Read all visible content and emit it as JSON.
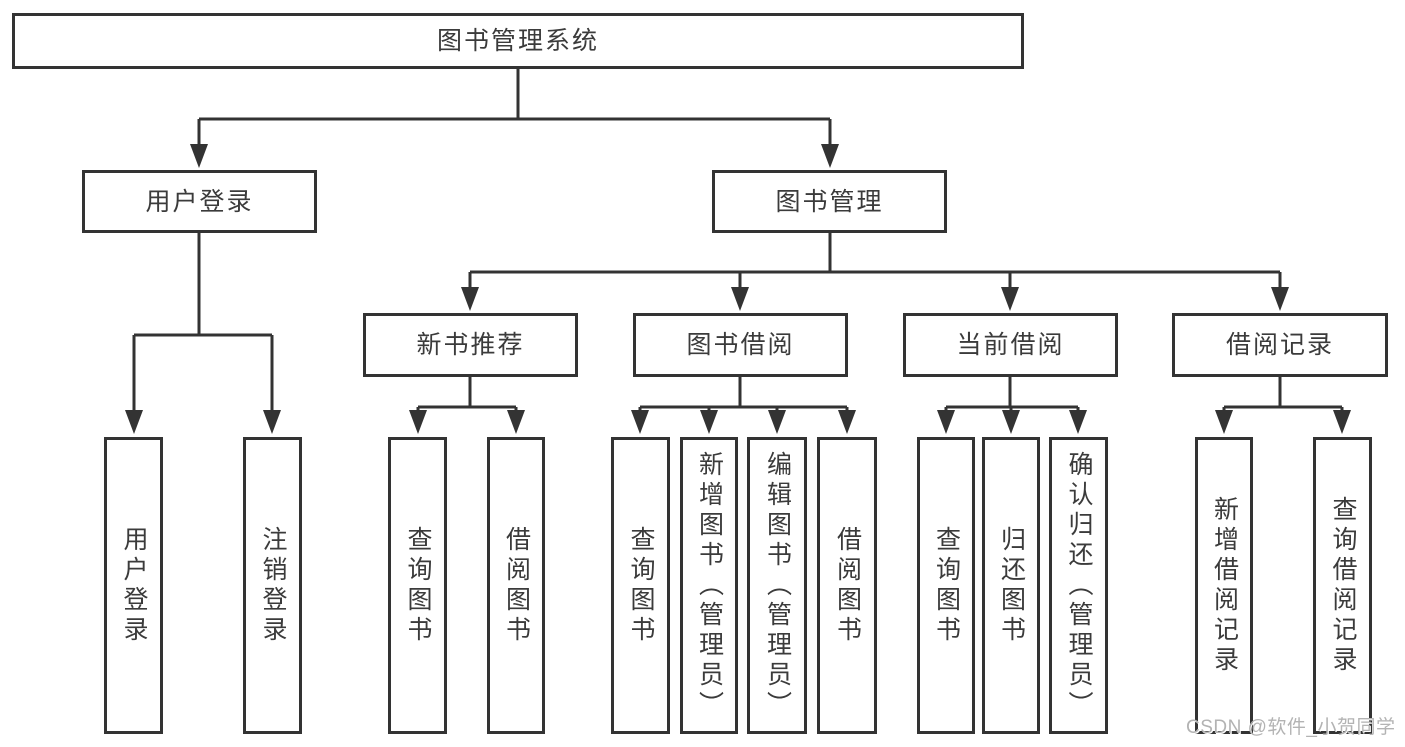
{
  "diagram": {
    "root": {
      "label": "图书管理系统"
    },
    "branches": [
      {
        "label": "用户登录",
        "leaves": [
          {
            "label": "用户登录"
          },
          {
            "label": "注销登录"
          }
        ]
      },
      {
        "label": "图书管理",
        "groups": [
          {
            "label": "新书推荐",
            "leaves": [
              {
                "label": "查询图书"
              },
              {
                "label": "借阅图书"
              }
            ]
          },
          {
            "label": "图书借阅",
            "leaves": [
              {
                "label": "查询图书"
              },
              {
                "label": "新增图书（管理员）"
              },
              {
                "label": "编辑图书（管理员）"
              },
              {
                "label": "借阅图书"
              }
            ]
          },
          {
            "label": "当前借阅",
            "leaves": [
              {
                "label": "查询图书"
              },
              {
                "label": "归还图书"
              },
              {
                "label": "确认归还（管理员）"
              }
            ]
          },
          {
            "label": "借阅记录",
            "leaves": [
              {
                "label": "新增借阅记录"
              },
              {
                "label": "查询借阅记录"
              }
            ]
          }
        ]
      }
    ]
  },
  "watermark": {
    "text": "CSDN @软件_小贺同学"
  },
  "colors": {
    "line": "#333333",
    "box_border": "#333333",
    "box_fill": "#ffffff",
    "text": "#3b3b3b",
    "watermark": "#b3b3b3"
  }
}
